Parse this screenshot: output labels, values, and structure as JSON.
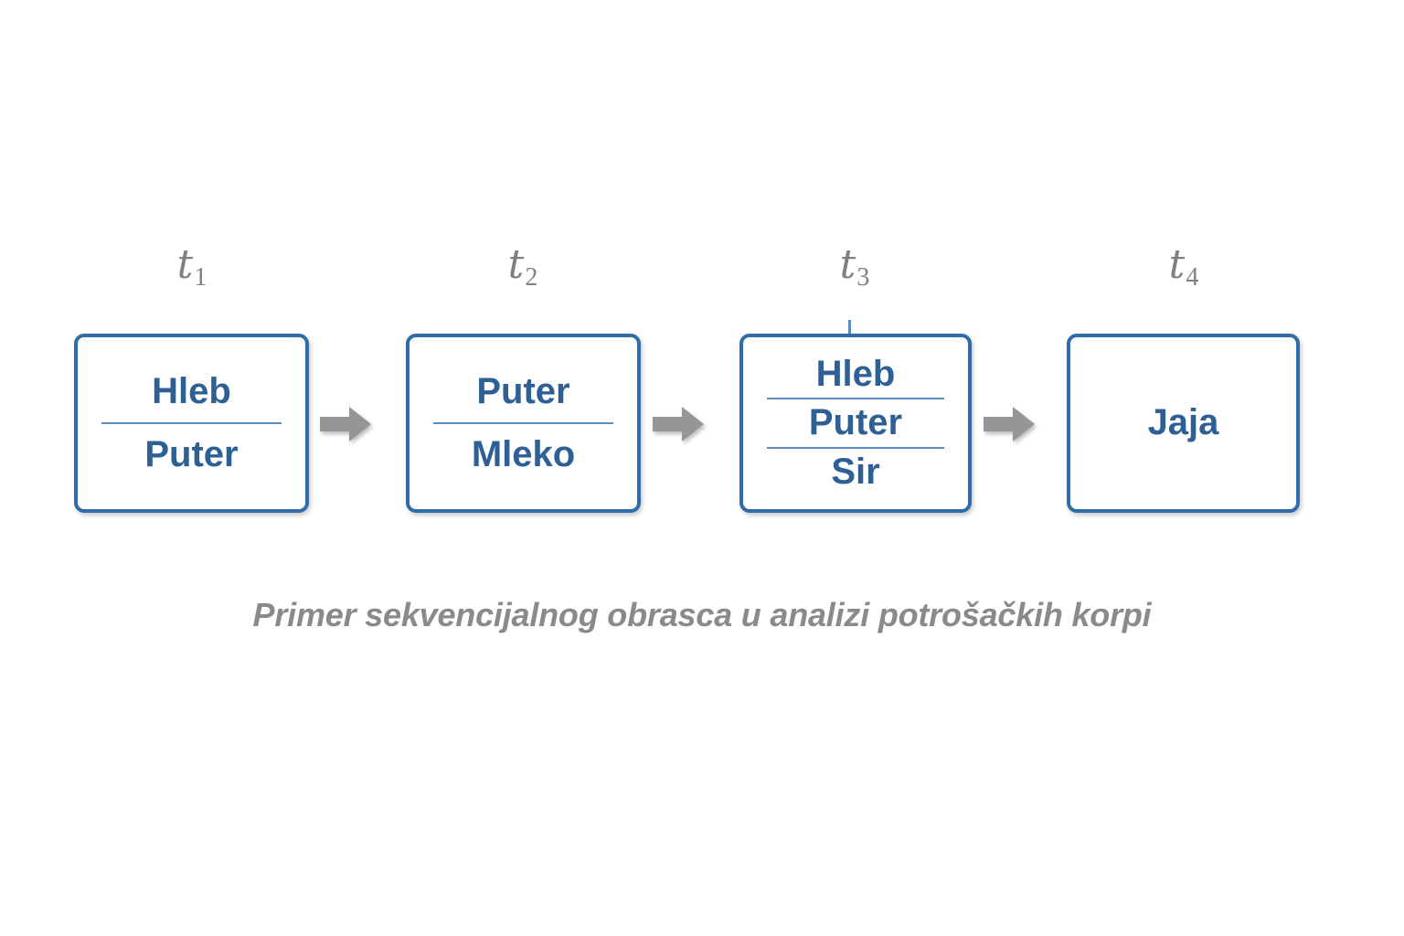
{
  "diagram": {
    "type": "sequence-flow",
    "caption": "Primer sekvencijalnog obrasca u analizi potrošačkih korpi",
    "colors": {
      "box_border": "#2E6DA8",
      "item_text": "#2E6096",
      "separator": "#5B8CC4",
      "arrow": "#969696",
      "label_text": "#808080",
      "caption_text": "#8A8A8A",
      "background": "#FFFFFF"
    },
    "steps": [
      {
        "time_label_base": "t",
        "time_label_sub": "1",
        "items": [
          "Hleb",
          "Puter"
        ]
      },
      {
        "time_label_base": "t",
        "time_label_sub": "2",
        "items": [
          "Puter",
          "Mleko"
        ]
      },
      {
        "time_label_base": "t",
        "time_label_sub": "3",
        "items": [
          "Hleb",
          "Puter",
          "Sir"
        ]
      },
      {
        "time_label_base": "t",
        "time_label_sub": "4",
        "items": [
          "Jaja"
        ]
      }
    ],
    "arrows": [
      {
        "name": "arrow-1-to-2",
        "glyph": "right-arrow"
      },
      {
        "name": "arrow-2-to-3",
        "glyph": "right-arrow"
      },
      {
        "name": "arrow-3-to-4",
        "glyph": "right-arrow"
      }
    ]
  }
}
